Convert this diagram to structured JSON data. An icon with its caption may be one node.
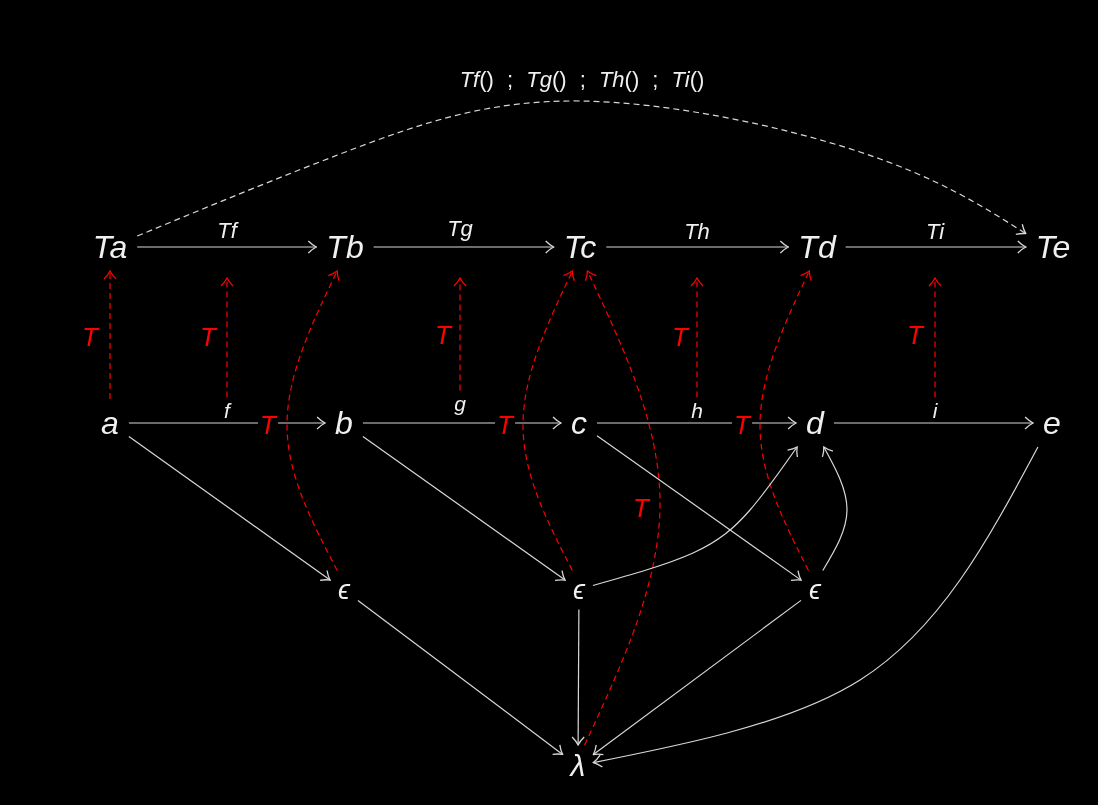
{
  "diagram": {
    "nodes": [
      {
        "text": [
          "Ta"
        ]
      },
      {
        "text": [
          "Tb"
        ]
      },
      {
        "text": [
          "Tc"
        ]
      },
      {
        "text": [
          "Td"
        ]
      },
      {
        "text": [
          "Te"
        ]
      },
      {
        "text": [
          "a"
        ]
      },
      {
        "text": [
          "f"
        ]
      },
      {
        "text": [
          "b"
        ]
      },
      {
        "text": [
          "g"
        ]
      },
      {
        "text": [
          "c"
        ]
      },
      {
        "text": [
          "h"
        ]
      },
      {
        "text": [
          "d"
        ]
      },
      {
        "text": [
          "i"
        ]
      },
      {
        "text": [
          "e"
        ]
      },
      {
        "text": [
          "ϵ"
        ]
      },
      {
        "text": [
          "ϵ"
        ]
      },
      {
        "text": [
          "ϵ"
        ]
      },
      {
        "text": [
          "λ"
        ]
      }
    ],
    "edges": [
      {
        "from": 0,
        "to": 1,
        "arrow": "to",
        "label": "Tf"
      },
      {
        "from": 1,
        "to": 2,
        "arrow": "to",
        "label": "Tg"
      },
      {
        "from": 2,
        "to": 3,
        "arrow": "to",
        "label": "Th"
      },
      {
        "from": 3,
        "to": 4,
        "arrow": "to",
        "label": "Ti"
      },
      {
        "from": 0,
        "to": 4,
        "arrow": "to",
        "label": "*Tf*() ; *Tg*() ; *Th*() ; *Ti*()",
        "style": "dashed"
      },
      {
        "from": 5,
        "to": 0,
        "arrow": "to",
        "label": "T",
        "style": "dashed",
        "color": "#ff0000"
      },
      {
        "from": 6,
        "to": null,
        "arrow": "to",
        "label": "T",
        "style": "dashed",
        "color": "#ff0000"
      },
      {
        "from": 8,
        "to": null,
        "arrow": "to",
        "label": "T",
        "style": "dashed",
        "color": "#ff0000"
      },
      {
        "from": 10,
        "to": null,
        "arrow": "to",
        "label": "T",
        "style": "dashed",
        "color": "#ff0000"
      },
      {
        "from": 12,
        "to": null,
        "arrow": "to",
        "label": "T",
        "style": "dashed",
        "color": "#ff0000"
      },
      {
        "from": 5,
        "to": 7,
        "arrow": "to"
      },
      {
        "from": 7,
        "to": 9,
        "arrow": "to"
      },
      {
        "from": 9,
        "to": 11,
        "arrow": "to"
      },
      {
        "from": 11,
        "to": 13,
        "arrow": "to"
      },
      {
        "from": 14,
        "to": 1,
        "arrow": "to",
        "label": "T",
        "style": "dashed",
        "color": "#ff0000"
      },
      {
        "from": 15,
        "to": 2,
        "arrow": "to",
        "label": "T",
        "style": "dashed",
        "color": "#ff0000"
      },
      {
        "from": 16,
        "to": 3,
        "arrow": "to",
        "label": "T",
        "style": "dashed",
        "color": "#ff0000"
      },
      {
        "from": 17,
        "to": 2,
        "arrow": "to",
        "label": "T",
        "style": "dashed",
        "color": "#ff0000"
      },
      {
        "from": 5,
        "to": 14,
        "arrow": "to"
      },
      {
        "from": 7,
        "to": 15,
        "arrow": "to"
      },
      {
        "from": 9,
        "to": 16,
        "arrow": "to"
      },
      {
        "from": 15,
        "to": 11,
        "arrow": "to"
      },
      {
        "from": 16,
        "to": 11,
        "arrow": "to"
      },
      {
        "from": 14,
        "to": 17,
        "arrow": "to"
      },
      {
        "from": 15,
        "to": 17,
        "arrow": "to"
      },
      {
        "from": 16,
        "to": 17,
        "arrow": "to"
      },
      {
        "from": 13,
        "to": 17,
        "arrow": "to"
      }
    ]
  }
}
